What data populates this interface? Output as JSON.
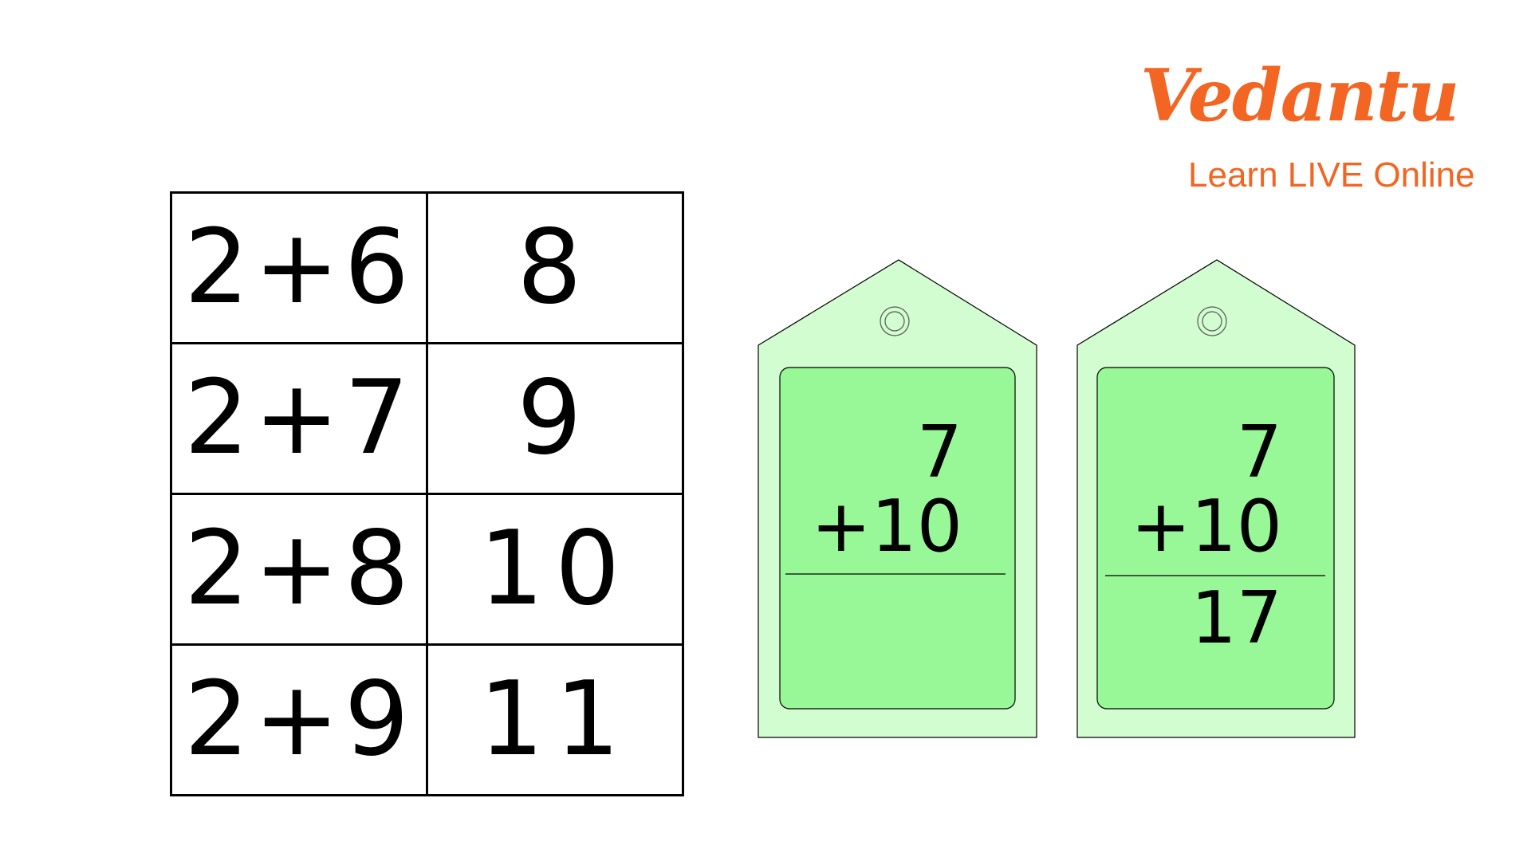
{
  "logo": {
    "brand": "Vedantu",
    "tagline": "Learn LIVE Online",
    "color": "#F26522"
  },
  "table": {
    "rows": [
      {
        "expression": "2+6",
        "result": "8"
      },
      {
        "expression": "2+7",
        "result": "9"
      },
      {
        "expression": "2+8",
        "result": "10"
      },
      {
        "expression": "2+9",
        "result": "11"
      }
    ]
  },
  "tags": [
    {
      "top": "7",
      "addend": "+10",
      "answer": ""
    },
    {
      "top": "7",
      "addend": "+10",
      "answer": "17"
    }
  ],
  "colors": {
    "tag_outer": "#D2FDD0",
    "tag_inner": "#98F898"
  }
}
